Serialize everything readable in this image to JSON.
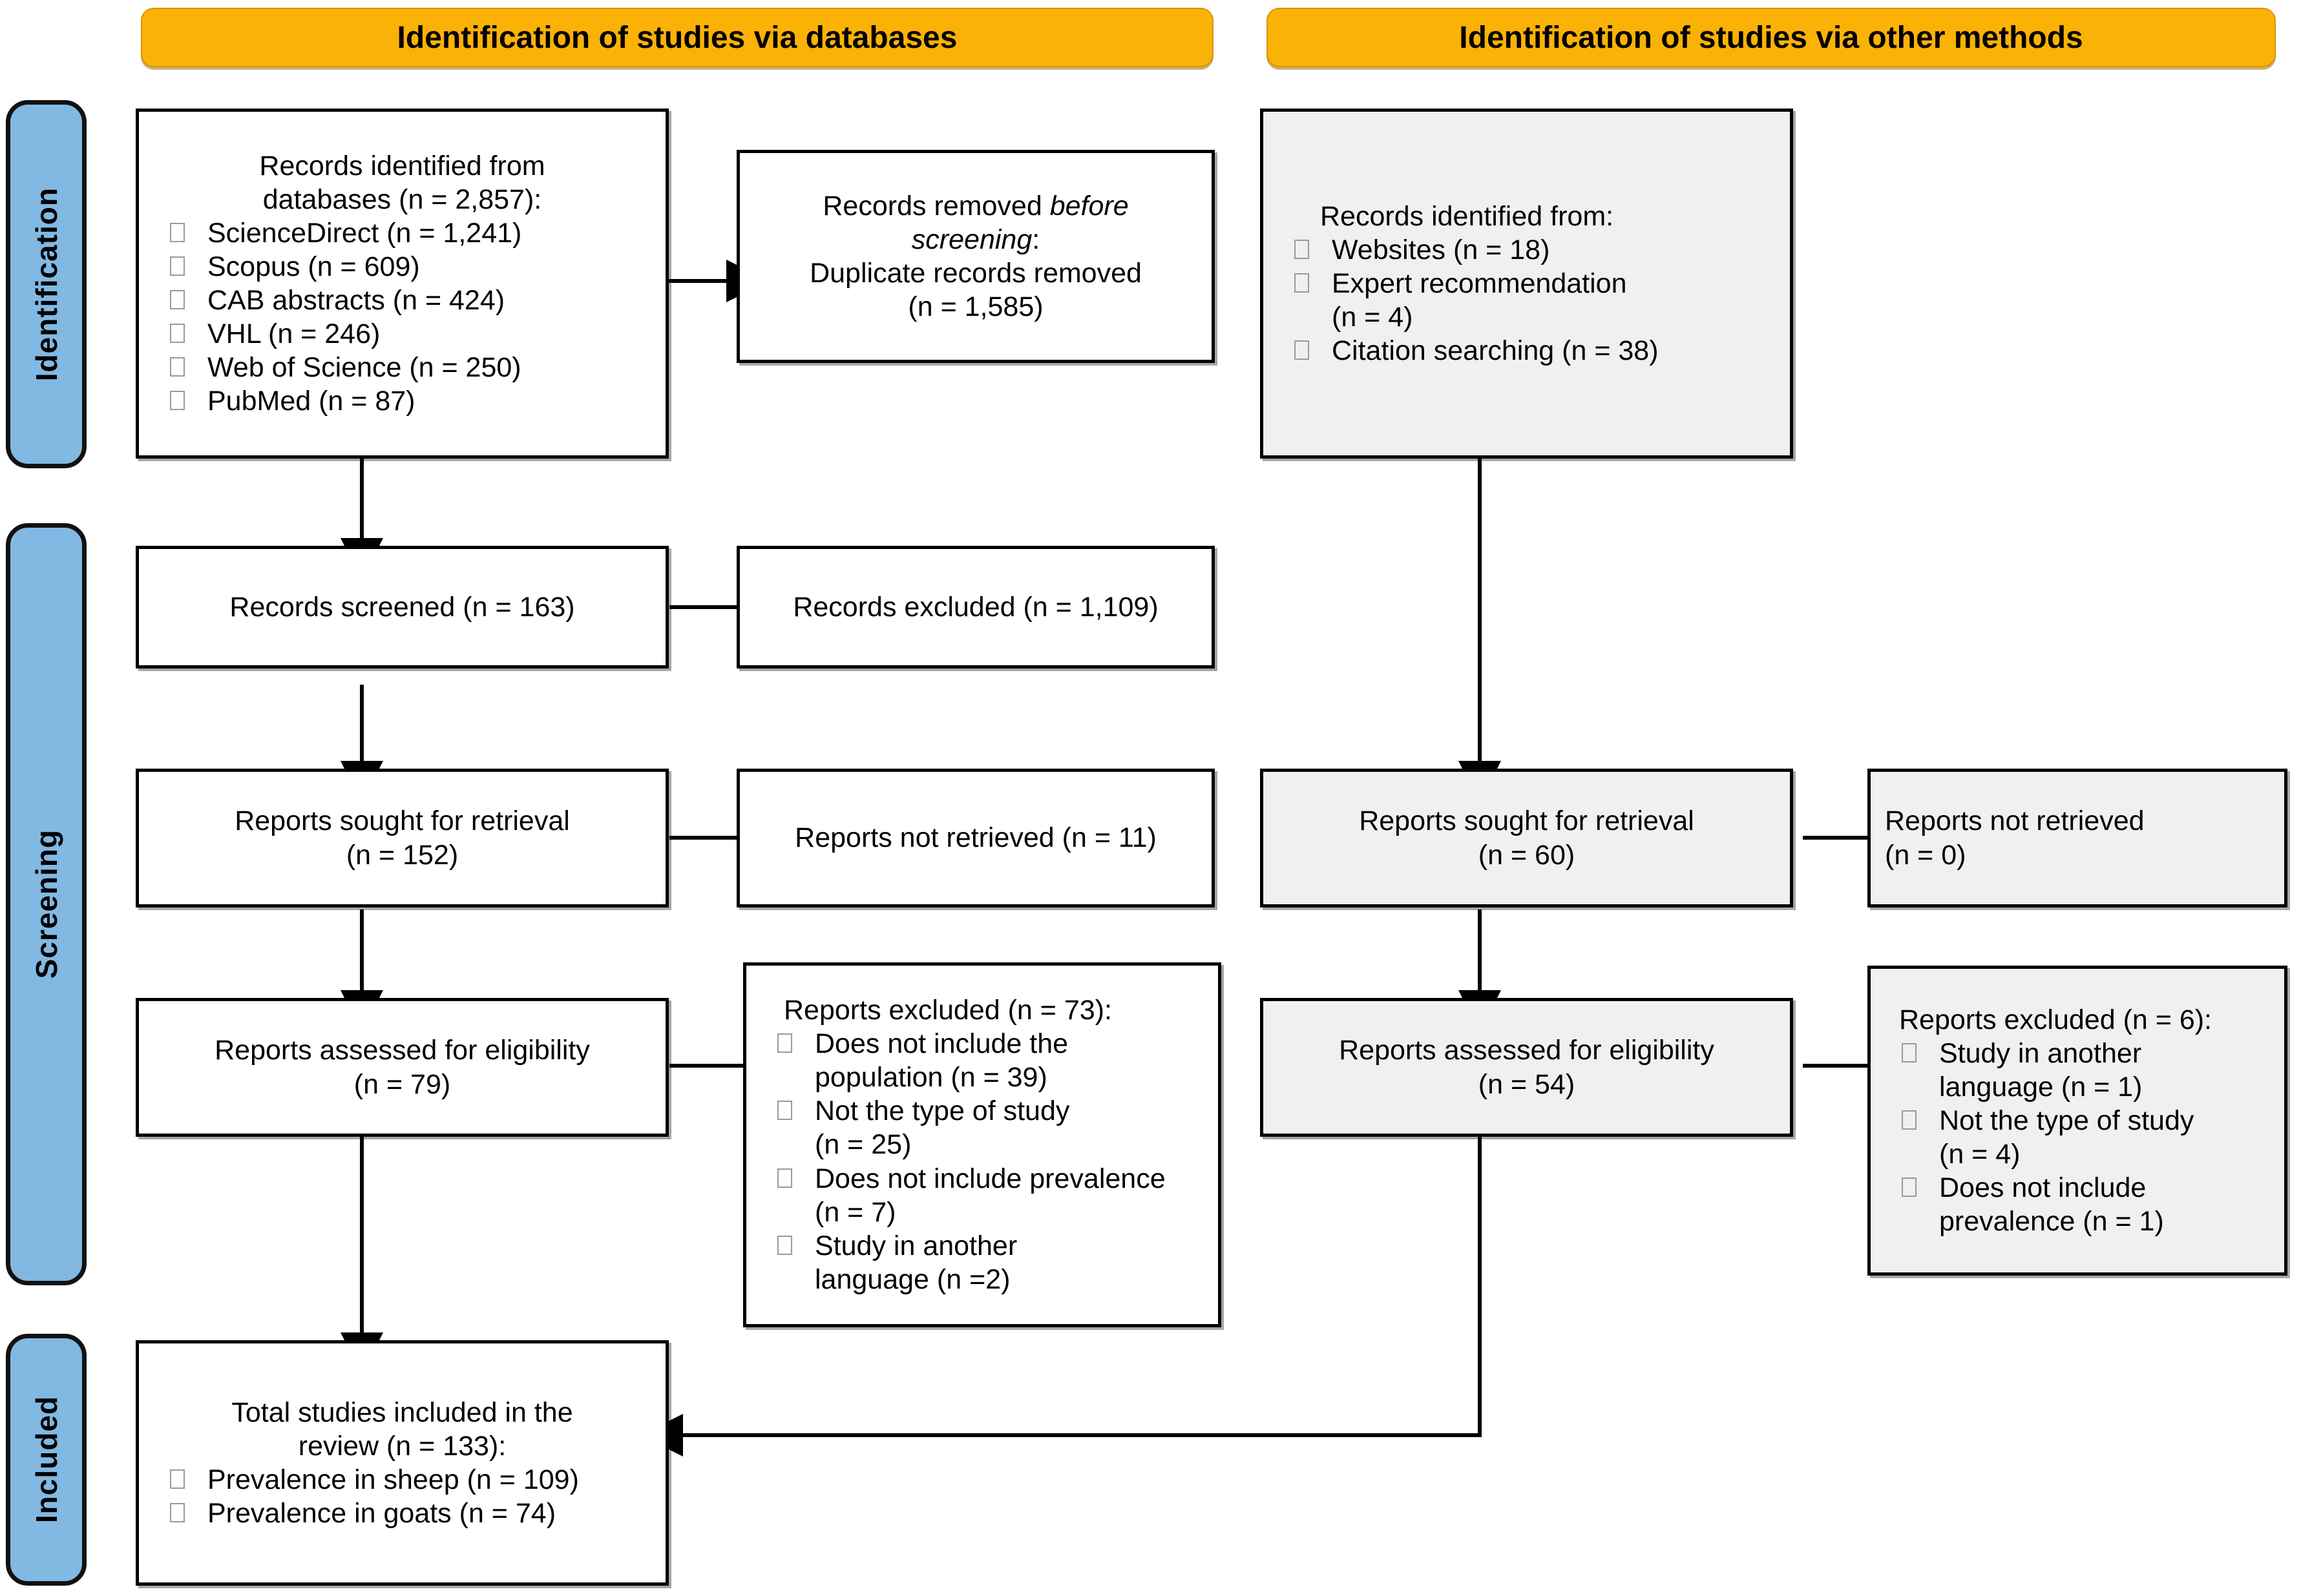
{
  "diagram": {
    "title": "PRISMA 2020 flow diagram",
    "colors": {
      "phase_fill": "#81B9E3",
      "banner_fill": "#FBB206",
      "gray_box_fill": "#F0F0F0",
      "stroke": "#000000"
    },
    "phases": [
      {
        "id": "identification",
        "label": "Identification"
      },
      {
        "id": "screening",
        "label": "Screening"
      },
      {
        "id": "included",
        "label": "Included"
      }
    ],
    "banners": [
      {
        "id": "databases",
        "label": "Identification of studies via databases"
      },
      {
        "id": "other-methods",
        "label": "Identification of studies via other methods"
      }
    ],
    "boxes": {
      "records_identified_db": {
        "header_l1": "Records identified from",
        "header_l2": "databases (n = 2,857):",
        "items": [
          "ScienceDirect (n = 1,241)",
          "Scopus (n = 609)",
          "CAB abstracts (n = 424)",
          "VHL (n = 246)",
          "Web of Science (n = 250)",
          "PubMed (n = 87)"
        ]
      },
      "records_removed": {
        "l1": "Records removed ",
        "l1_italic": "before",
        "l2_italic": "screening",
        "l2_tail": ":",
        "l3": "Duplicate records removed",
        "l4": "(n = 1,585)"
      },
      "records_identified_other": {
        "header": "Records identified from:",
        "items": [
          "Websites (n = 18)",
          "Expert recommendation",
          "(n = 4)",
          "Citation searching (n = 38)"
        ]
      },
      "records_screened": {
        "l1": "Records screened (n = 163)"
      },
      "records_excluded": {
        "l1": "Records excluded (n = 1,109)"
      },
      "reports_sought_db": {
        "l1": "Reports sought for retrieval",
        "l2": "(n = 152)"
      },
      "reports_not_retrieved_db": {
        "l1": "Reports not retrieved (n = 11)"
      },
      "reports_sought_other": {
        "l1": "Reports sought for retrieval",
        "l2": "(n = 60)"
      },
      "reports_not_retrieved_other": {
        "l1": "Reports not retrieved",
        "l2": "(n = 0)"
      },
      "reports_assessed_db": {
        "l1": "Reports assessed for eligibility",
        "l2": "(n = 79)"
      },
      "reports_excluded_db": {
        "header": "Reports excluded (n = 73):",
        "items": [
          "Does not include the",
          "population (n = 39)",
          "Not the type of study",
          "(n = 25)",
          "Does not include prevalence",
          "(n = 7)",
          "Study in another",
          "language (n =2)"
        ]
      },
      "reports_assessed_other": {
        "l1": "Reports assessed for eligibility",
        "l2": "(n = 54)"
      },
      "reports_excluded_other": {
        "header": "Reports excluded (n = 6):",
        "items": [
          "Study in another",
          "language (n = 1)",
          "Not the type of study",
          "(n = 4)",
          "Does not include",
          "prevalence (n = 1)"
        ]
      },
      "total_included": {
        "header_l1": "Total studies included in the",
        "header_l2": "review (n = 133):",
        "items": [
          "Prevalence in sheep (n = 109)",
          "Prevalence in goats (n = 74)"
        ]
      }
    }
  }
}
